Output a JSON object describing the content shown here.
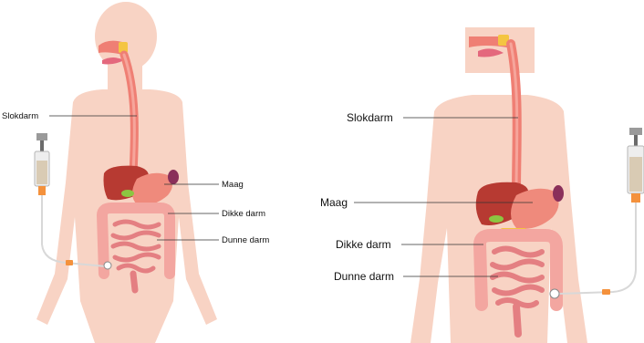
{
  "colors": {
    "skin": "#f8d3c4",
    "esophagus": "#ef7f74",
    "esophagus_inner": "#f6a59b",
    "liver": "#b73a32",
    "stomach": "#ef8a7c",
    "gallbladder": "#8cc641",
    "pancreas": "#f4c542",
    "colon": "#f3a6a0",
    "small_intestine": "#f09a96",
    "tube": "#d8d8d8",
    "connector": "#f4913c",
    "syringe_plunger": "#6b6b6b",
    "leader_line": "#333333"
  },
  "diagrams": [
    {
      "view": "feeding tube from the right arm side",
      "labels": {
        "esophagus": "Slokdarm",
        "stomach": "Maag",
        "large_intestine": "Dikke darm",
        "small_intestine": "Dunne darm"
      }
    },
    {
      "view": "feeding tube from the left side",
      "labels": {
        "esophagus": "Slokdarm",
        "stomach": "Maag",
        "large_intestine": "Dikke darm",
        "small_intestine": "Dunne darm"
      }
    }
  ]
}
